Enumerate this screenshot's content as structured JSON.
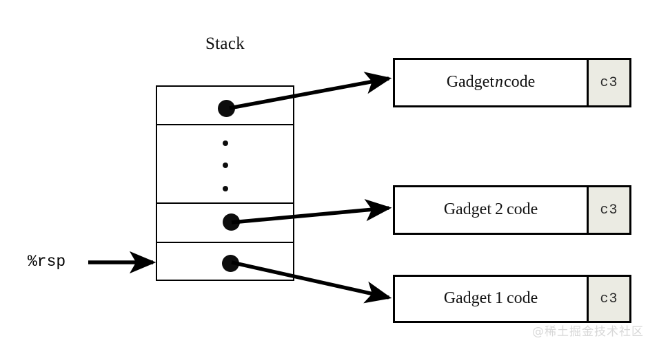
{
  "diagram": {
    "title": "Stack",
    "background_color": "#ffffff",
    "stroke_color": "#000000",
    "ret_byte_fill": "#ebebe3"
  },
  "stack": {
    "label": "Stack",
    "pointer_label": "%rsp",
    "cells": [
      {
        "name": "gadget-n-pointer",
        "content": "pointer-dot"
      },
      {
        "name": "elided-entries",
        "content": "vertical-ellipsis"
      },
      {
        "name": "gadget-2-pointer",
        "content": "pointer-dot"
      },
      {
        "name": "gadget-1-pointer",
        "content": "pointer-dot"
      }
    ]
  },
  "gadgets": [
    {
      "id": "gadget-n",
      "label_prefix": "Gadget",
      "index": "n",
      "index_italic": true,
      "label_suffix": "code",
      "ret_byte": "c3"
    },
    {
      "id": "gadget-2",
      "label_prefix": "Gadget",
      "index": "2",
      "index_italic": false,
      "label_suffix": "code",
      "ret_byte": "c3"
    },
    {
      "id": "gadget-1",
      "label_prefix": "Gadget",
      "index": "1",
      "index_italic": false,
      "label_suffix": "code",
      "ret_byte": "c3"
    }
  ],
  "watermark": {
    "text": "@稀土掘金技术社区"
  }
}
